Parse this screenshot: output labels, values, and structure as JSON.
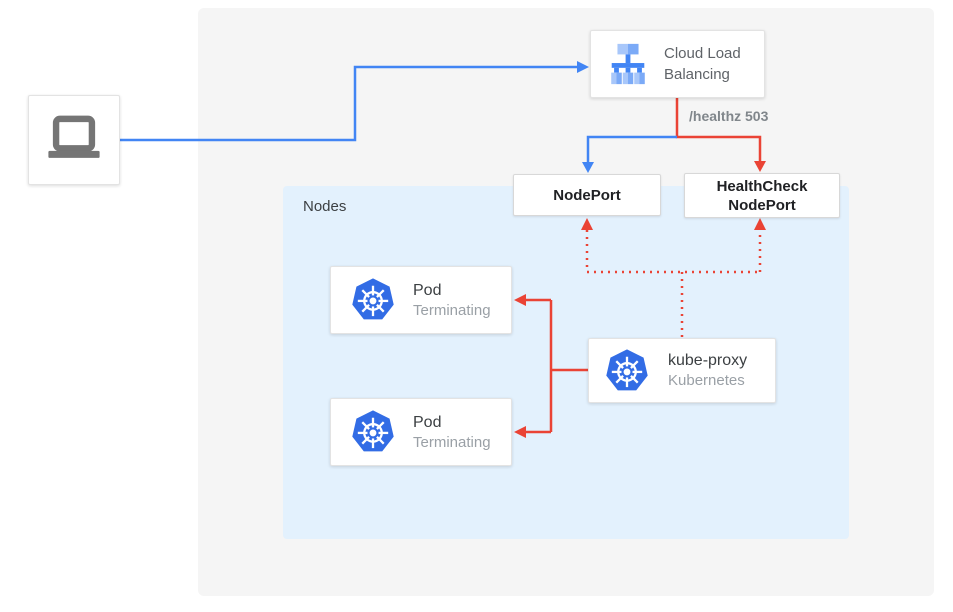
{
  "diagram": {
    "client": {
      "icon": "laptop-icon"
    },
    "cloud_load_balancing": {
      "label": "Cloud Load Balancing",
      "icon": "load-balancer-icon"
    },
    "healthz_label": "/healthz 503",
    "nodeport": {
      "label": "NodePort"
    },
    "healthcheck_nodeport": {
      "label": "HealthCheck NodePort"
    },
    "nodes_panel": {
      "label": "Nodes"
    },
    "pods": [
      {
        "title": "Pod",
        "subtitle": "Terminating",
        "icon": "kubernetes-icon"
      },
      {
        "title": "Pod",
        "subtitle": "Terminating",
        "icon": "kubernetes-icon"
      }
    ],
    "kube_proxy": {
      "title": "kube-proxy",
      "subtitle": "Kubernetes",
      "icon": "kubernetes-icon"
    },
    "colors": {
      "traffic_line_blue": "#4285f4",
      "health_line_red": "#ea4335",
      "kubernetes_blue": "#326ce5",
      "nodes_panel_bg": "#e3f1fd",
      "outer_panel_bg": "#f5f5f5",
      "label_gray": "#80868b"
    }
  }
}
